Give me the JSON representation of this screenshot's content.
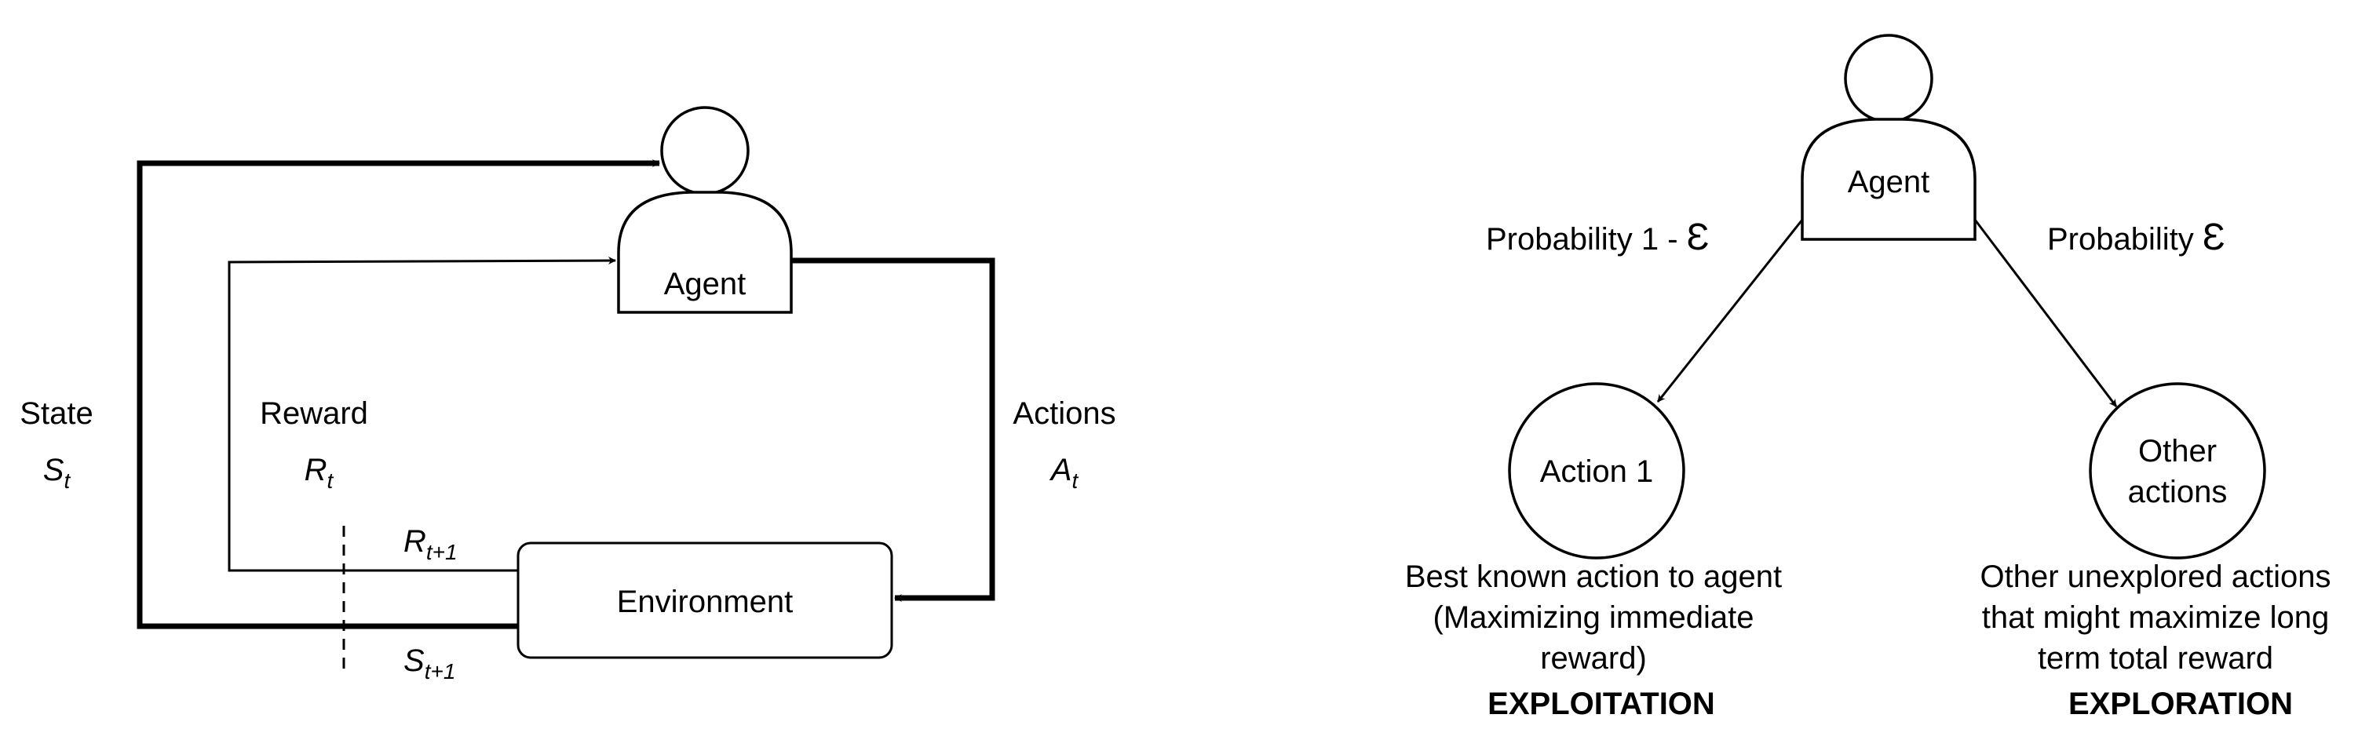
{
  "rl_loop": {
    "agent_label": "Agent",
    "environment_label": "Environment",
    "state": {
      "label": "State",
      "symbol": "S",
      "sub": "t"
    },
    "reward": {
      "label": "Reward",
      "symbol": "R",
      "sub": "t"
    },
    "actions": {
      "label": "Actions",
      "symbol": "A",
      "sub": "t"
    },
    "reward_next": {
      "symbol": "R",
      "sub": "t+1"
    },
    "state_next": {
      "symbol": "S",
      "sub": "t+1"
    }
  },
  "epsilon_greedy": {
    "agent_label": "Agent",
    "prob_left": "Probability  1 - ",
    "prob_right": "Probability ",
    "epsilon": "Ɛ",
    "action1_label": "Action 1",
    "other_label_line1": "Other",
    "other_label_line2": "actions",
    "exploit_desc": [
      "Best known action to agent",
      "(Maximizing immediate",
      "reward)"
    ],
    "exploit_title": "EXPLOITATION",
    "explore_desc": [
      "Other unexplored actions",
      "that might maximize long",
      "term total reward"
    ],
    "explore_title": "EXPLORATION"
  }
}
